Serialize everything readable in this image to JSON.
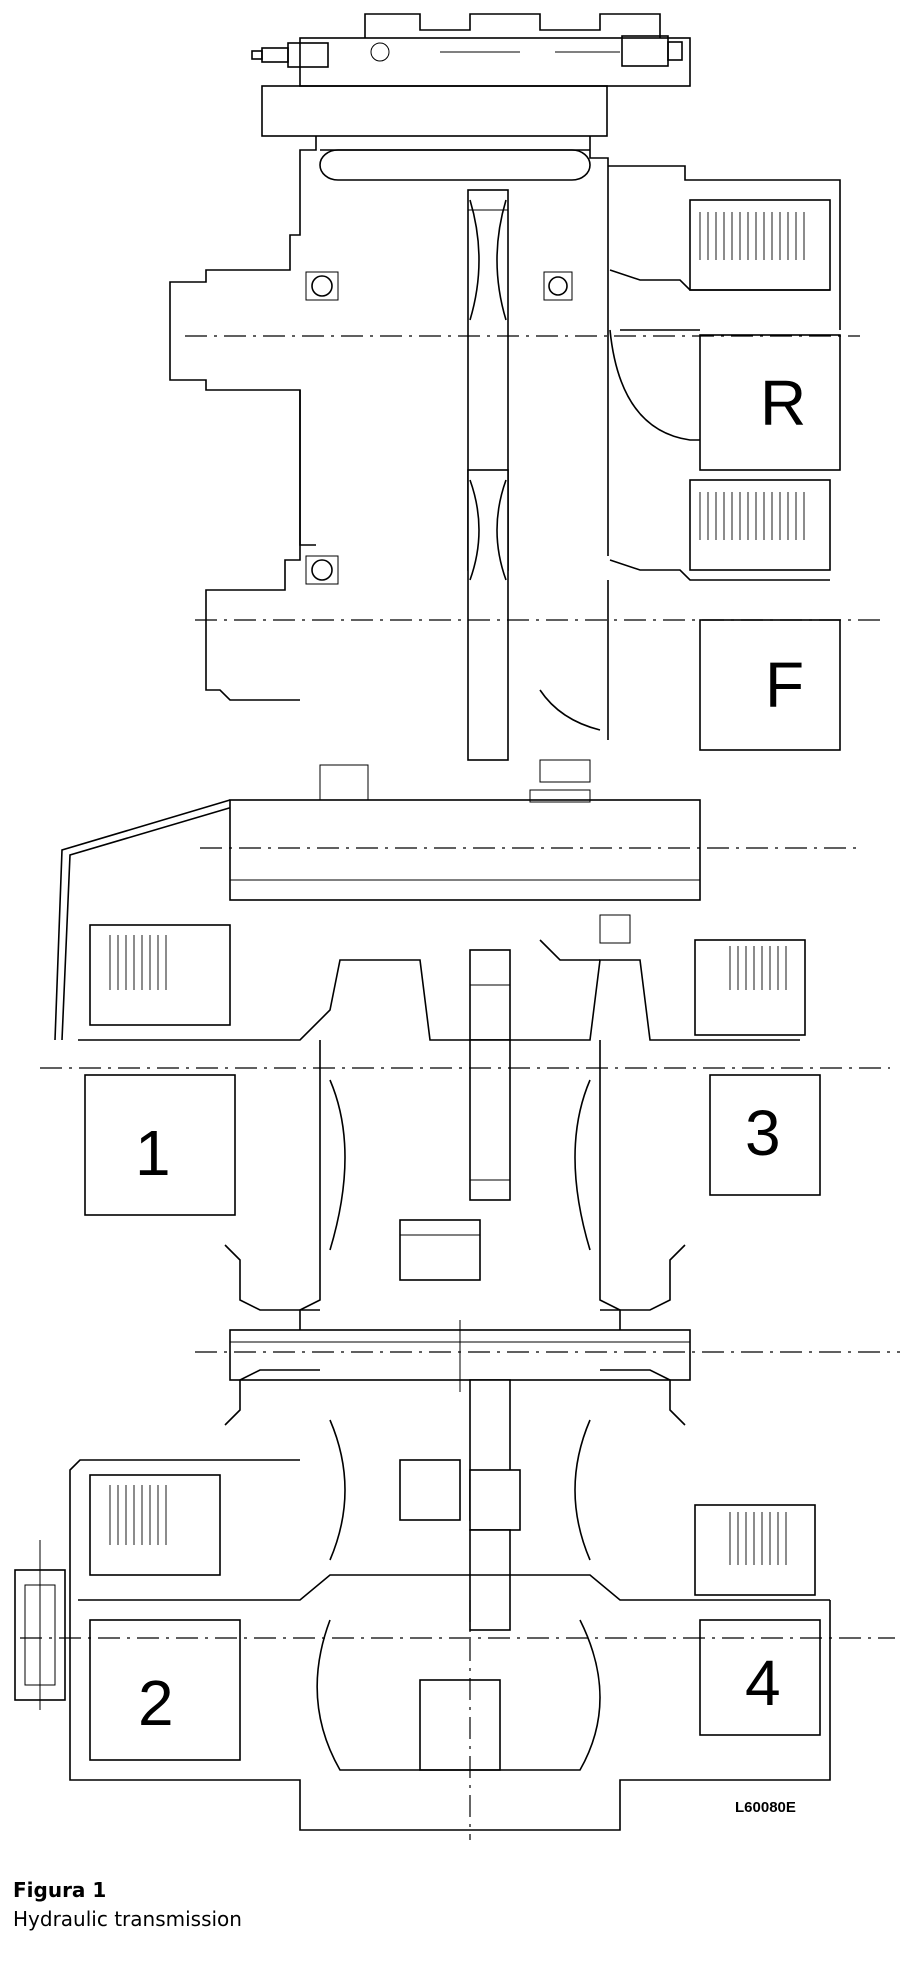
{
  "figure": {
    "drawing_code": "L60080E",
    "gear_labels": {
      "R": "R",
      "F": "F",
      "g1": "1",
      "g2": "2",
      "g3": "3",
      "g4": "4"
    }
  },
  "caption": {
    "figure_number": "Figura 1",
    "description": "Hydraulic transmission"
  }
}
